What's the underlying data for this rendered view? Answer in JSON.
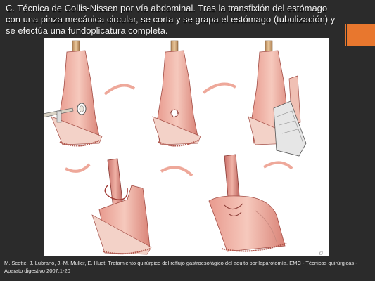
{
  "slide": {
    "title": "C. Técnica de Collis-Nissen por vía abdominal. Tras la transfixión del estómago con una pinza mecánica circular, se corta y se grapa el estómago (tubulización) y se efectúa una fundoplicatura completa.",
    "caption": "M. Scotté, J. Lubrano, J.-M. Muller, E. Huet. Tratamiento quirúrgico del reflujo gastroesofágico del adulto por laparotomía. EMC - Técnicas quirúrgicas - Aparato digestivo 2007:1-20",
    "copyright_symbol": "©",
    "accent_color": "#e8772e"
  },
  "figure": {
    "panels": [
      {
        "step": "circular-stapler-transfixion"
      },
      {
        "step": "stomach-perforation"
      },
      {
        "step": "linear-stapler-tubulization"
      },
      {
        "step": "fundus-wrap-start"
      },
      {
        "step": "complete-fundoplication"
      }
    ]
  }
}
